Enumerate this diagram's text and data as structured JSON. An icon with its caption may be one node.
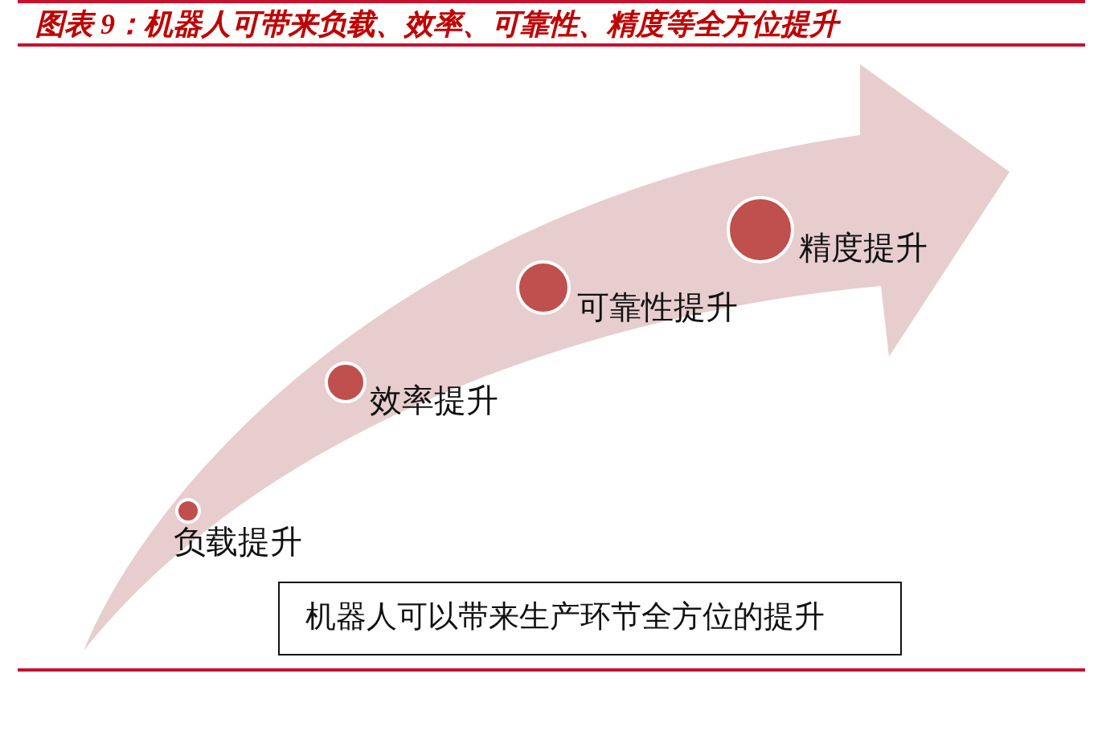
{
  "diagram": {
    "title": "图表 9：机器人可带来负载、效率、可靠性、精度等全方位提升",
    "nodes": [
      {
        "text": [],
        "shape": "circle",
        "beside": [
          "负载提升"
        ]
      },
      {
        "text": [],
        "shape": "circle",
        "beside": [
          "效率提升"
        ]
      },
      {
        "text": [],
        "shape": "circle",
        "beside": [
          "可靠性提升"
        ]
      },
      {
        "text": [],
        "shape": "circle",
        "beside": [
          "精度提升"
        ]
      },
      {
        "text": [
          "机器人可以带来生产环节全方位的提升"
        ]
      }
    ]
  }
}
